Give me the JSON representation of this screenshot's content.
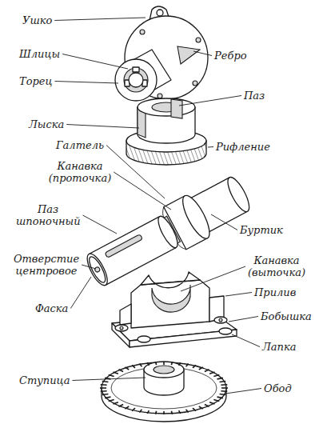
{
  "diagram": {
    "labels": [
      "Ушко",
      "Шлицы",
      "Ребро",
      "Торец",
      "Паз",
      "Лыска",
      "Рифление",
      "Галтель",
      "Канавка (проточка)",
      "Паз шпоночный",
      "Буртик",
      "Канавка (выточка)",
      "Отверстие центровое",
      "Прилив",
      "Фаска",
      "Бобышка",
      "Лапка",
      "Ступица",
      "Обод"
    ]
  }
}
